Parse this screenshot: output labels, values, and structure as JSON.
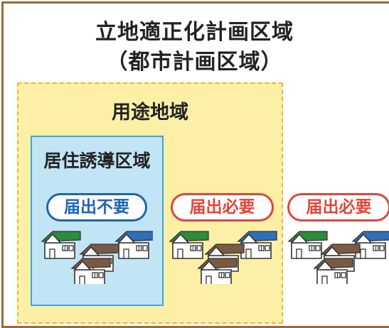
{
  "diagram": {
    "outer_title_line1": "立地適正化計画区域",
    "outer_title_line2": "（都市計画区域）",
    "use_zone_label": "用途地域",
    "residential_zone_label": "居住誘導区域",
    "badges": [
      {
        "label": "届出不要",
        "status": "not-required",
        "color": "#1d64b3"
      },
      {
        "label": "届出必要",
        "status": "required",
        "color": "#e0453a"
      },
      {
        "label": "届出必要",
        "status": "required",
        "color": "#e0453a"
      }
    ]
  },
  "colors": {
    "outer_border": "#9b6a3b",
    "use_zone_fill": "#fbf0a6",
    "use_zone_border": "#f3b23a",
    "residential_fill": "#c2e5f6",
    "residential_border": "#3ea6d9",
    "roof_green": "#2e8b3a",
    "roof_blue": "#2f6fb8",
    "roof_brown": "#7a5a44"
  },
  "icons": [
    "house-cluster-icon",
    "house-cluster-icon",
    "house-cluster-icon"
  ]
}
